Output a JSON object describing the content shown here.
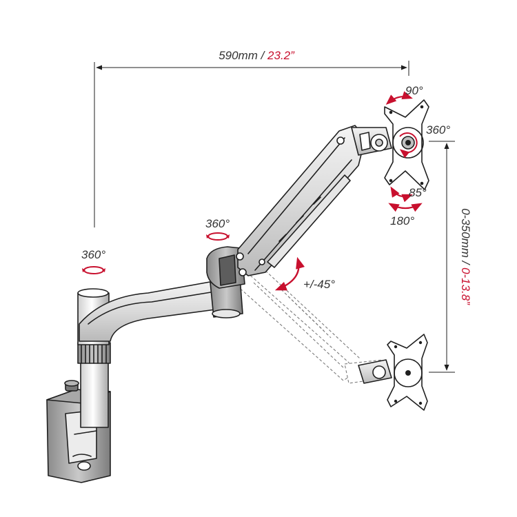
{
  "dimensions": {
    "width": {
      "metric": "590mm",
      "separator": " / ",
      "imperial": "23.2”"
    },
    "height": {
      "metric": "0-350mm",
      "separator": " / ",
      "imperial": "0-13.8”"
    }
  },
  "rotations": {
    "pole_swivel": "360°",
    "elbow_swivel": "360°",
    "arm_tilt": "+/-45°",
    "head_tilt": "90°",
    "head_rotation": "360°",
    "head_pan_small": "85°",
    "head_pan": "180°"
  },
  "colors": {
    "accent": "#c8102e",
    "line": "#1f1f1f",
    "text": "#333333",
    "ghost": "#7a7a7a"
  }
}
